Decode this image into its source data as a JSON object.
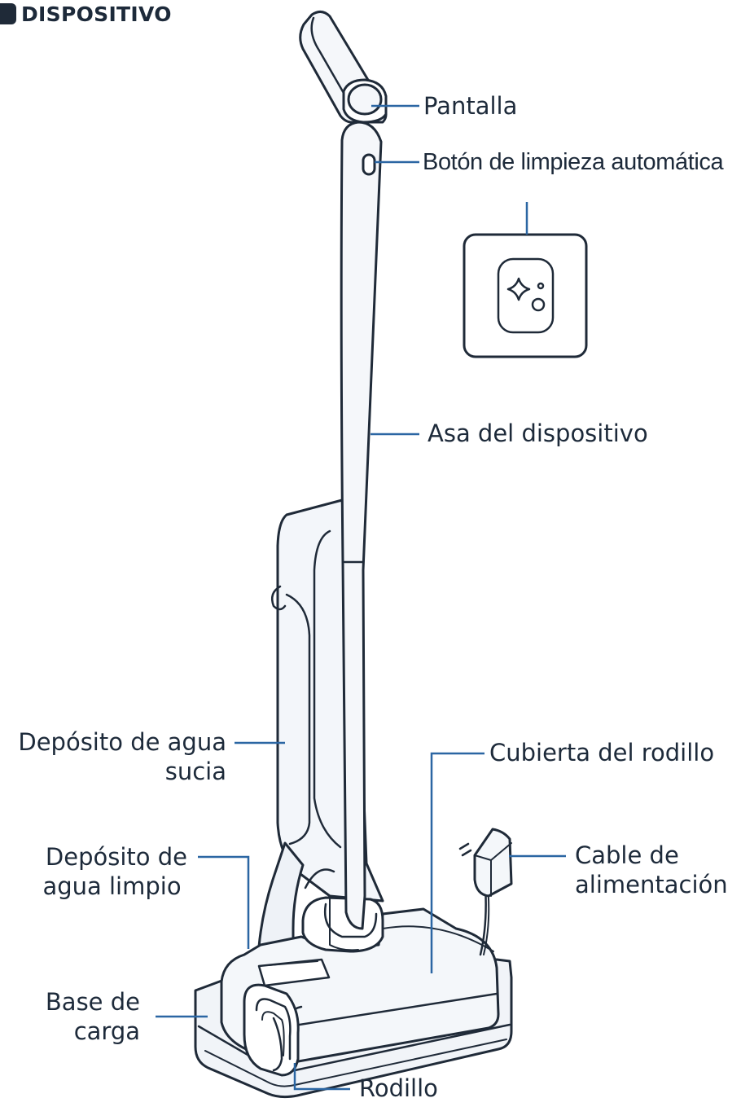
{
  "header": {
    "title": "DISPOSITIVO"
  },
  "labels": {
    "pantalla": "Pantalla",
    "boton": "Botón de limpieza automática",
    "asa": "Asa del dispositivo",
    "deposito_sucia_1": "Depósito de agua",
    "deposito_sucia_2": "sucia",
    "cubierta": "Cubierta del rodillo",
    "deposito_limpio_1": "Depósito de",
    "deposito_limpio_2": "agua limpio",
    "cable_1": "Cable de",
    "cable_2": "alimentación",
    "base_1": "Base de",
    "base_2": "carga",
    "rodillo": "Rodillo"
  },
  "icons": {
    "clean_button": "sparkle-clean-icon"
  },
  "colors": {
    "leader": "#2b66a3",
    "outline": "#1f2a38",
    "body": "#f1f4f8"
  }
}
